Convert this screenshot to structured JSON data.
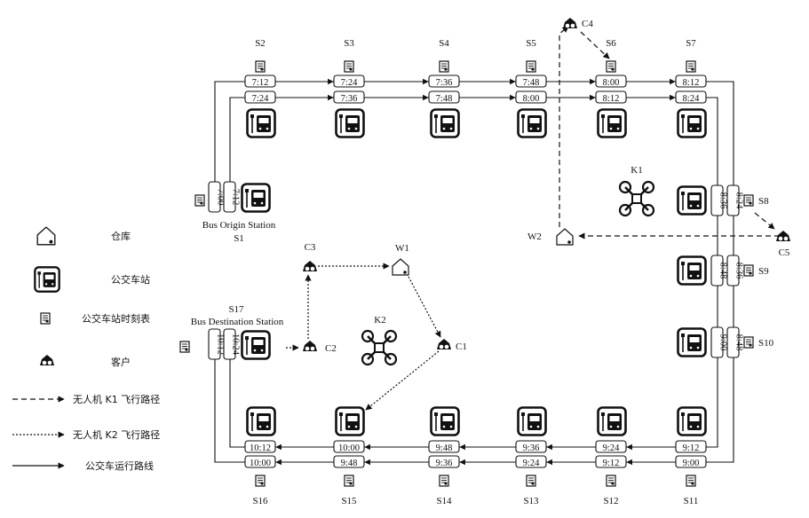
{
  "labels": {
    "origin": "Bus Origin Station",
    "destination": "Bus Destination Station",
    "k1": "K1",
    "k2": "K2"
  },
  "stations": [
    {
      "id": "S1",
      "times": [
        "7:00",
        "7:12"
      ]
    },
    {
      "id": "S2",
      "times": [
        "7:12",
        "7:24"
      ]
    },
    {
      "id": "S3",
      "times": [
        "7:24",
        "7:36"
      ]
    },
    {
      "id": "S4",
      "times": [
        "7:36",
        "7:48"
      ]
    },
    {
      "id": "S5",
      "times": [
        "7:48",
        "8:00"
      ]
    },
    {
      "id": "S6",
      "times": [
        "8:00",
        "8:12"
      ]
    },
    {
      "id": "S7",
      "times": [
        "8:12",
        "8:24"
      ]
    },
    {
      "id": "S8",
      "times": [
        "8:36",
        "8:24"
      ]
    },
    {
      "id": "S9",
      "times": [
        "8:48",
        "8:36"
      ]
    },
    {
      "id": "S10",
      "times": [
        "9:00",
        "8:48"
      ]
    },
    {
      "id": "S11",
      "times": [
        "9:12",
        "9:00"
      ]
    },
    {
      "id": "S12",
      "times": [
        "9:24",
        "9:12"
      ]
    },
    {
      "id": "S13",
      "times": [
        "9:36",
        "9:24"
      ]
    },
    {
      "id": "S14",
      "times": [
        "9:48",
        "9:36"
      ]
    },
    {
      "id": "S15",
      "times": [
        "10:00",
        "9:48"
      ]
    },
    {
      "id": "S16",
      "times": [
        "10:12",
        "10:00"
      ]
    },
    {
      "id": "S17",
      "times": [
        "10:12",
        "10:24"
      ]
    }
  ],
  "customers": [
    "C1",
    "C2",
    "C3",
    "C4",
    "C5"
  ],
  "warehouses": [
    "W1",
    "W2"
  ],
  "legend": {
    "warehouse": "仓库",
    "bus_station": "公交车站",
    "timetable": "公交车站时刻表",
    "customer": "客户",
    "k1_path": "无人机 K1 飞行路径",
    "k2_path": "无人机 K2 飞行路径",
    "bus_route": "公交车运行路线"
  }
}
